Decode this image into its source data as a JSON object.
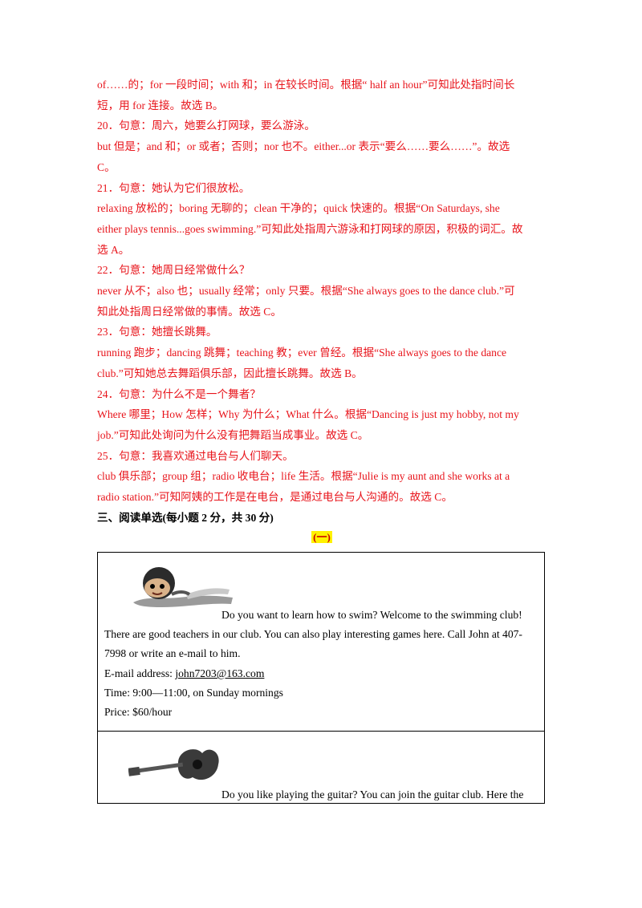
{
  "answers": [
    {
      "kind": "red",
      "text": "of……的；for 一段时间；with 和；in 在较长时间。根据“  half an hour”可知此处指时间长"
    },
    {
      "kind": "red",
      "text": "短，用 for 连接。故选 B。"
    },
    {
      "kind": "red",
      "text": "20．句意：周六，她要么打网球，要么游泳。"
    },
    {
      "kind": "red",
      "text": "but 但是；and 和；or 或者；否则；nor 也不。either...or 表示“要么……要么……”。故选"
    },
    {
      "kind": "red",
      "text": "C。"
    },
    {
      "kind": "red",
      "text": "21．句意：她认为它们很放松。"
    },
    {
      "kind": "red",
      "text": "relaxing 放松的；boring 无聊的；clean 干净的；quick 快速的。根据“On Saturdays, she"
    },
    {
      "kind": "red",
      "text": "either plays tennis...goes swimming.”可知此处指周六游泳和打网球的原因，积极的词汇。故"
    },
    {
      "kind": "red",
      "text": "选 A。"
    },
    {
      "kind": "red",
      "text": "22．句意：她周日经常做什么？"
    },
    {
      "kind": "red",
      "text": "never 从不；also 也；usually 经常；only 只要。根据“She always goes to the dance club.”可"
    },
    {
      "kind": "red",
      "text": "知此处指周日经常做的事情。故选 C。"
    },
    {
      "kind": "red",
      "text": "23．句意：她擅长跳舞。"
    },
    {
      "kind": "red",
      "text": "running 跑步；dancing 跳舞；teaching 教；ever 曾经。根据“She always goes to the dance"
    },
    {
      "kind": "red",
      "text": "club.”可知她总去舞蹈俱乐部，因此擅长跳舞。故选 B。"
    },
    {
      "kind": "red",
      "text": "24．句意：为什么不是一个舞者？"
    },
    {
      "kind": "red",
      "text": "Where 哪里；How 怎样；Why 为什么；What 什么。根据“Dancing is just my hobby, not my"
    },
    {
      "kind": "red",
      "text": "job.”可知此处询问为什么没有把舞蹈当成事业。故选 C。"
    },
    {
      "kind": "red",
      "text": "25．句意：我喜欢通过电台与人们聊天。"
    },
    {
      "kind": "red",
      "text": "club 俱乐部；group 组；radio 收电台；life 生活。根据“Julie is my aunt and she works at a"
    },
    {
      "kind": "red",
      "text": "radio station.”可知阿姨的工作是在电台，是通过电台与人沟通的。故选 C。"
    }
  ],
  "section_heading": "三、阅读单选(每小题 2 分，共 30 分)",
  "subsection": "(一)",
  "swim": {
    "line1": "Do you want to learn how to swim? Welcome to the swimming club!",
    "line2": "There are good teachers in our club. You can also play interesting games here. Call John at 407-",
    "line3": "7998 or write an e-mail to him.",
    "email_label": "E-mail address:  ",
    "email": "john7203@163.com",
    "time": "Time: 9:00—11:00, on Sunday mornings",
    "price": "Price: $60/hour"
  },
  "guitar": {
    "line1": "Do you like playing the guitar? You can join the guitar club. Here the"
  }
}
